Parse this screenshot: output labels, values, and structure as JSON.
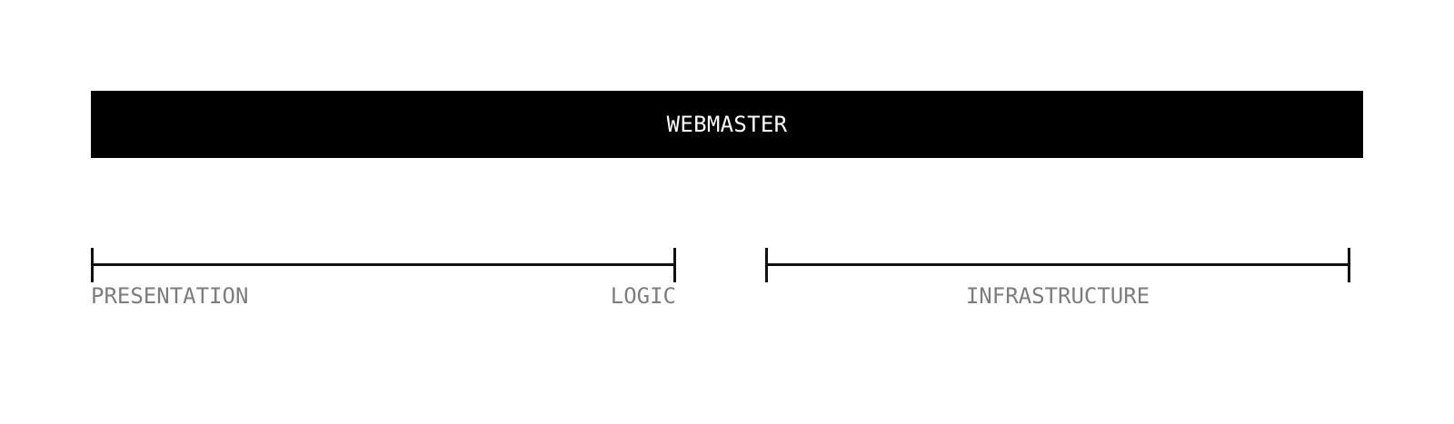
{
  "diagram": {
    "banner": {
      "label": "WEBMASTER"
    },
    "ranges": [
      {
        "name": "presentation-logic",
        "start_label": "PRESENTATION",
        "end_label": "LOGIC"
      },
      {
        "name": "infrastructure",
        "center_label": "INFRASTRUCTURE"
      }
    ],
    "colors": {
      "background": "#ffffff",
      "banner_bg": "#000000",
      "banner_fg": "#ffffff",
      "line_color": "#111111",
      "label_color": "#7d7d7d"
    }
  }
}
